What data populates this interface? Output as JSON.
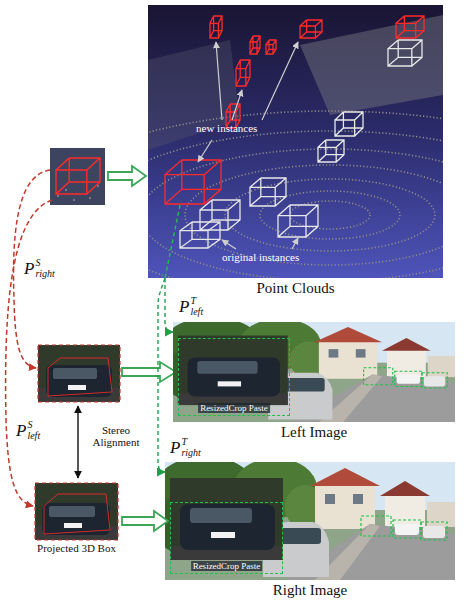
{
  "diagram": {
    "nodes": [
      {
        "text": [
          "Point Clouds"
        ]
      },
      {
        "text": [
          "Left Image"
        ]
      },
      {
        "text": [
          "ResizedCrop Paste"
        ],
        "in": 1
      },
      {
        "text": [
          "Right Image"
        ]
      },
      {
        "text": [
          "ResizedCrop Paste"
        ],
        "in": 3
      },
      {
        "text": [
          "Projected 3D Box"
        ]
      }
    ],
    "edges": [
      {
        "from": 0,
        "to": 1,
        "arrow": "to",
        "label": "P"
      },
      {
        "from": 0,
        "to": 3,
        "arrow": "to",
        "label": "P"
      },
      {
        "from": 5,
        "to": 4,
        "arrow": "to"
      }
    ],
    "labels": [
      "new instances",
      "original instances",
      "P",
      "S",
      "right",
      "P",
      "S",
      "left",
      "Stereo Alignment",
      "T",
      "left",
      "T",
      "right"
    ]
  }
}
